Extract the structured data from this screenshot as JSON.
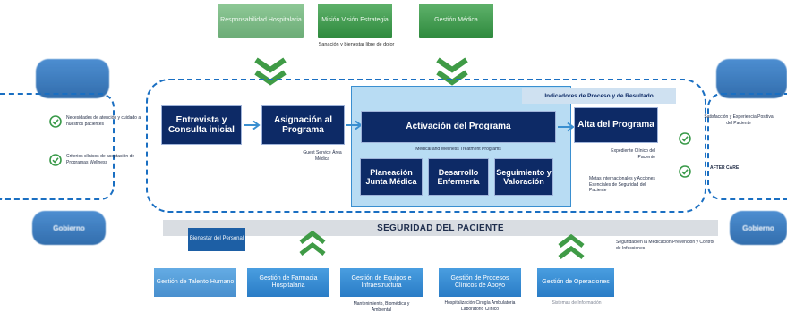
{
  "top_boxes": [
    {
      "label": "Responsabilidad Hospitalaria"
    },
    {
      "label": "Misión Visión Estrategia"
    },
    {
      "label": "Gestión Médica"
    }
  ],
  "top_caption": "Sanación y bienestar libre de dolor",
  "left_side": {
    "top_label": "",
    "items": [
      "Necesidades de atención y cuidado a nuestros pacientes",
      "Criterios clínicos de aceptación de Programas Wellness"
    ],
    "bottom_label": "Gobierno"
  },
  "right_side": {
    "top_label": "",
    "items": [
      "Satisfacción y Experiencia Positiva del Paciente",
      "AFTER CARE"
    ],
    "bottom_label": "Gobierno"
  },
  "indicators_label": "Indicadores de Proceso y de Resultado",
  "process": {
    "interview": "Entrevista y Consulta inicial",
    "assignment": "Asignación al Programa",
    "assignment_note": "Guest Service Área Médica",
    "activation": "Activación del Programa",
    "activation_subtitle": "Medical and Wellness Treatment Programs",
    "sub_steps": [
      "Planeación Junta Médica",
      "Desarrollo Enfermería",
      "Seguimiento y Valoración"
    ],
    "discharge": "Alta del Programa",
    "discharge_note": "Expediente Clínico del Paciente",
    "goals_note": "Metas internacionales y Acciones Esenciales de Seguridad del Paciente"
  },
  "safety_label": "SEGURIDAD DEL PACIENTE",
  "wellbeing_label": "Bienestar del Personal",
  "safety_note": "Seguridad en la Medicación Prevención y Control de Infecciones",
  "management": [
    {
      "label": "Gestión de Talento Humano",
      "note": ""
    },
    {
      "label": "Gestión de Farmacia Hospitalaria",
      "note": ""
    },
    {
      "label": "Gestión de Equipos e Infraestructura",
      "note": "Mantenimiento, Biomédica y Ambiental"
    },
    {
      "label": "Gestión de Procesos Clínicos de Apoyo",
      "note": "Hospitalización Cirugía Ambulatoria Laboratorio Clínico"
    },
    {
      "label": "Gestión de Operaciones",
      "note": "Sistemas de Información"
    }
  ],
  "colors": {
    "navy": "#0d2a66",
    "accent_blue": "#1a6fc2",
    "green": "#3a9a4a",
    "light_blue_panel": "#b8dcf3",
    "safety_bar": "#d9dde2"
  },
  "icons": [
    "chevron-down-double-icon",
    "chevron-up-double-icon",
    "check-circle-icon",
    "arrow-right-icon"
  ]
}
